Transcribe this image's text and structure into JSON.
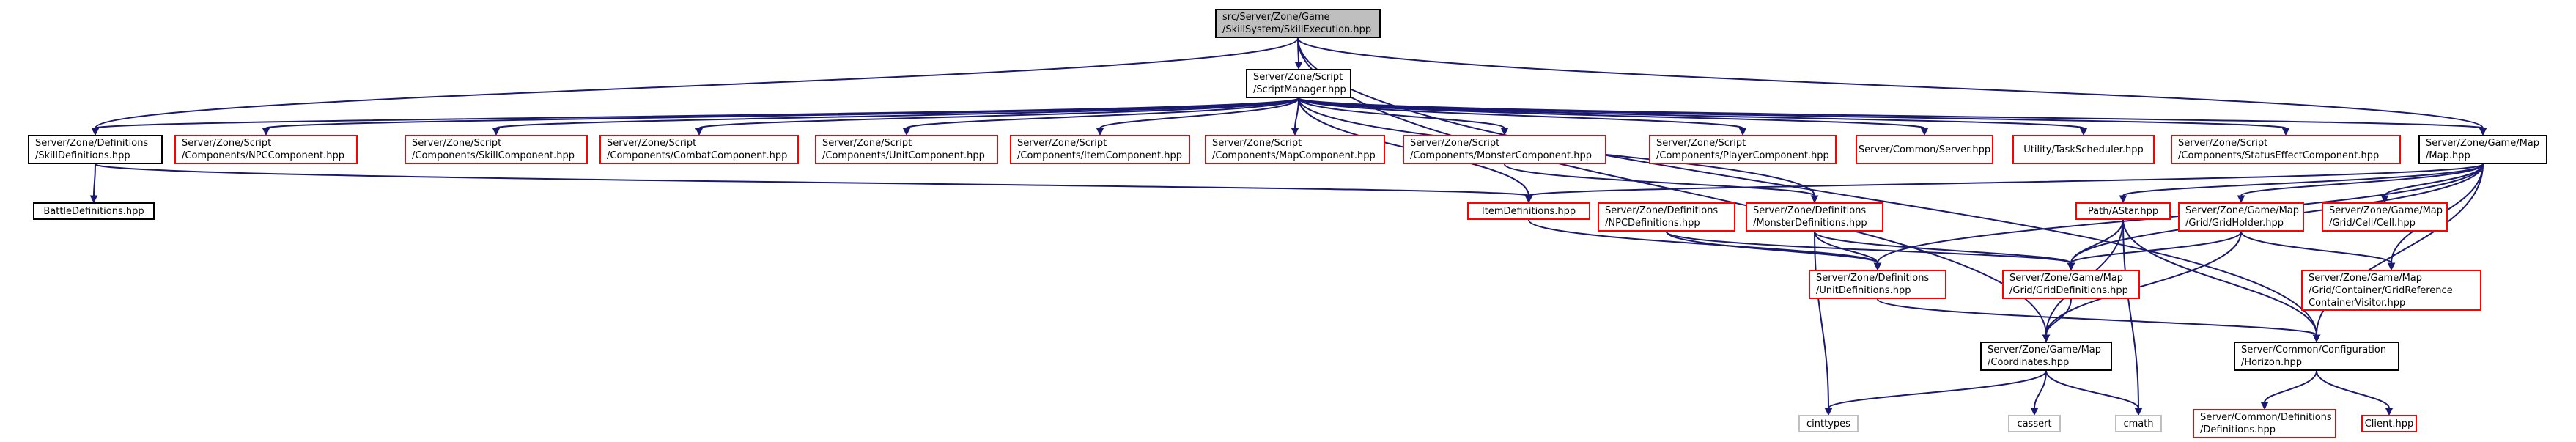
{
  "colors": {
    "edge": "#191970",
    "normal_border": "#000000",
    "broken_border": "#ff0000",
    "system_border": "#bfbfbf",
    "root_fill": "#bfbfbf"
  },
  "nodes": [
    {
      "id": "root",
      "kind": "root",
      "lines": [
        "src/Server/Zone/Game",
        "/SkillSystem/SkillExecution.hpp"
      ]
    },
    {
      "id": "scriptmgr",
      "kind": "normal",
      "lines": [
        "Server/Zone/Script",
        "/ScriptManager.hpp"
      ]
    },
    {
      "id": "skilldefs",
      "kind": "normal",
      "lines": [
        "Server/Zone/Definitions",
        "/SkillDefinitions.hpp"
      ]
    },
    {
      "id": "npccomp",
      "kind": "broken",
      "lines": [
        "Server/Zone/Script",
        "/Components/NPCComponent.hpp"
      ]
    },
    {
      "id": "skillcomp",
      "kind": "broken",
      "lines": [
        "Server/Zone/Script",
        "/Components/SkillComponent.hpp"
      ]
    },
    {
      "id": "combatcomp",
      "kind": "broken",
      "lines": [
        "Server/Zone/Script",
        "/Components/CombatComponent.hpp"
      ]
    },
    {
      "id": "unitcomp",
      "kind": "broken",
      "lines": [
        "Server/Zone/Script",
        "/Components/UnitComponent.hpp"
      ]
    },
    {
      "id": "itemcomp",
      "kind": "broken",
      "lines": [
        "Server/Zone/Script",
        "/Components/ItemComponent.hpp"
      ]
    },
    {
      "id": "mapcomp",
      "kind": "broken",
      "lines": [
        "Server/Zone/Script",
        "/Components/MapComponent.hpp"
      ]
    },
    {
      "id": "monstercomp",
      "kind": "broken",
      "lines": [
        "Server/Zone/Script",
        "/Components/MonsterComponent.hpp"
      ]
    },
    {
      "id": "playercomp",
      "kind": "broken",
      "lines": [
        "Server/Zone/Script",
        "/Components/PlayerComponent.hpp"
      ]
    },
    {
      "id": "server",
      "kind": "broken",
      "lines": [
        "Server/Common/Server.hpp"
      ]
    },
    {
      "id": "taskscheduler",
      "kind": "broken",
      "lines": [
        "Utility/TaskScheduler.hpp"
      ]
    },
    {
      "id": "statuscomp",
      "kind": "broken",
      "lines": [
        "Server/Zone/Script",
        "/Components/StatusEffectComponent.hpp"
      ]
    },
    {
      "id": "map",
      "kind": "normal",
      "lines": [
        "Server/Zone/Game/Map",
        "/Map.hpp"
      ]
    },
    {
      "id": "battledefs",
      "kind": "normal",
      "lines": [
        "BattleDefinitions.hpp"
      ]
    },
    {
      "id": "itemdefs",
      "kind": "broken",
      "lines": [
        "ItemDefinitions.hpp"
      ]
    },
    {
      "id": "npcdefs",
      "kind": "broken",
      "lines": [
        "Server/Zone/Definitions",
        "/NPCDefinitions.hpp"
      ]
    },
    {
      "id": "monsterdefs",
      "kind": "broken",
      "lines": [
        "Server/Zone/Definitions",
        "/MonsterDefinitions.hpp"
      ]
    },
    {
      "id": "astar",
      "kind": "broken",
      "lines": [
        "Path/AStar.hpp"
      ]
    },
    {
      "id": "gridholder",
      "kind": "broken",
      "lines": [
        "Server/Zone/Game/Map",
        "/Grid/GridHolder.hpp"
      ]
    },
    {
      "id": "cell",
      "kind": "broken",
      "lines": [
        "Server/Zone/Game/Map",
        "/Grid/Cell/Cell.hpp"
      ]
    },
    {
      "id": "unitdefs",
      "kind": "broken",
      "lines": [
        "Server/Zone/Definitions",
        "/UnitDefinitions.hpp"
      ]
    },
    {
      "id": "griddefs",
      "kind": "broken",
      "lines": [
        "Server/Zone/Game/Map",
        "/Grid/GridDefinitions.hpp"
      ]
    },
    {
      "id": "gridref",
      "kind": "broken",
      "lines": [
        "Server/Zone/Game/Map",
        "/Grid/Container/GridReference",
        "ContainerVisitor.hpp"
      ]
    },
    {
      "id": "coordinates",
      "kind": "normal",
      "lines": [
        "Server/Zone/Game/Map",
        "/Coordinates.hpp"
      ]
    },
    {
      "id": "horizon",
      "kind": "normal",
      "lines": [
        "Server/Common/Configuration",
        "/Horizon.hpp"
      ]
    },
    {
      "id": "cinttypes",
      "kind": "system",
      "lines": [
        "cinttypes"
      ]
    },
    {
      "id": "cassert",
      "kind": "system",
      "lines": [
        "cassert"
      ]
    },
    {
      "id": "cmath",
      "kind": "system",
      "lines": [
        "cmath"
      ]
    },
    {
      "id": "commondefs",
      "kind": "broken",
      "lines": [
        "Server/Common/Definitions",
        "/Definitions.hpp"
      ]
    },
    {
      "id": "client",
      "kind": "broken",
      "lines": [
        "Client.hpp"
      ]
    }
  ],
  "edges": [
    [
      "root",
      "scriptmgr"
    ],
    [
      "root",
      "skilldefs"
    ],
    [
      "root",
      "map"
    ],
    [
      "root",
      "coordinates"
    ],
    [
      "root",
      "horizon"
    ],
    [
      "scriptmgr",
      "skilldefs"
    ],
    [
      "scriptmgr",
      "npccomp"
    ],
    [
      "scriptmgr",
      "skillcomp"
    ],
    [
      "scriptmgr",
      "combatcomp"
    ],
    [
      "scriptmgr",
      "unitcomp"
    ],
    [
      "scriptmgr",
      "itemcomp"
    ],
    [
      "scriptmgr",
      "mapcomp"
    ],
    [
      "scriptmgr",
      "monstercomp"
    ],
    [
      "scriptmgr",
      "playercomp"
    ],
    [
      "scriptmgr",
      "server"
    ],
    [
      "scriptmgr",
      "taskscheduler"
    ],
    [
      "scriptmgr",
      "statuscomp"
    ],
    [
      "scriptmgr",
      "map"
    ],
    [
      "scriptmgr",
      "itemdefs"
    ],
    [
      "scriptmgr",
      "monsterdefs"
    ],
    [
      "skilldefs",
      "battledefs"
    ],
    [
      "skilldefs",
      "itemdefs"
    ],
    [
      "monstercomp",
      "monsterdefs"
    ],
    [
      "map",
      "itemdefs"
    ],
    [
      "map",
      "astar"
    ],
    [
      "map",
      "gridholder"
    ],
    [
      "map",
      "cell"
    ],
    [
      "map",
      "gridref"
    ],
    [
      "map",
      "griddefs"
    ],
    [
      "map",
      "unitdefs"
    ],
    [
      "map",
      "horizon"
    ],
    [
      "itemdefs",
      "unitdefs"
    ],
    [
      "npcdefs",
      "unitdefs"
    ],
    [
      "npcdefs",
      "griddefs"
    ],
    [
      "monsterdefs",
      "unitdefs"
    ],
    [
      "monsterdefs",
      "griddefs"
    ],
    [
      "monsterdefs",
      "cinttypes"
    ],
    [
      "astar",
      "griddefs"
    ],
    [
      "astar",
      "coordinates"
    ],
    [
      "astar",
      "cmath"
    ],
    [
      "astar",
      "horizon"
    ],
    [
      "gridholder",
      "griddefs"
    ],
    [
      "gridholder",
      "coordinates"
    ],
    [
      "gridholder",
      "gridref"
    ],
    [
      "unitdefs",
      "horizon"
    ],
    [
      "griddefs",
      "coordinates"
    ],
    [
      "coordinates",
      "cinttypes"
    ],
    [
      "coordinates",
      "cassert"
    ],
    [
      "coordinates",
      "cmath"
    ],
    [
      "horizon",
      "commondefs"
    ],
    [
      "horizon",
      "client"
    ]
  ]
}
